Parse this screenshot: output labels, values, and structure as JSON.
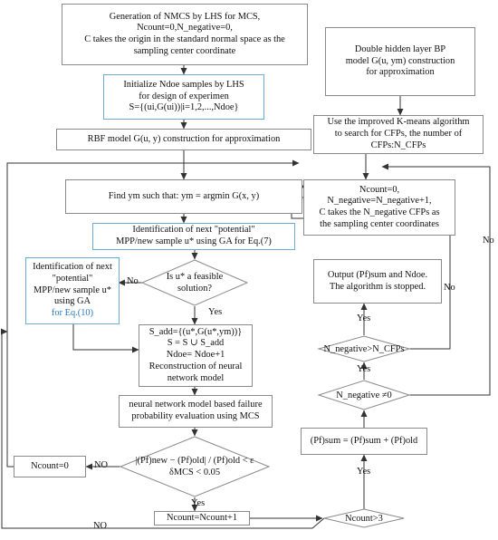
{
  "nodes": {
    "gen": {
      "lines": [
        "Generation of NMCS by LHS for MCS,",
        "Ncount=0,N_negative=0,",
        "C takes the origin in the standard normal space as the",
        "sampling center coordinate"
      ]
    },
    "init": {
      "lines": [
        "Initialize Ndoe samples by LHS",
        "for design of experimen",
        "S={(ui,G(ui))|i=1,2,...,Ndoe}"
      ]
    },
    "rbf": {
      "text": "RBF model G(u, y) construction for approximation"
    },
    "find": {
      "text": "Find ym such that: ym = argmin G(x, y)"
    },
    "ident1": {
      "lines": [
        "Identification of next \"potential\"",
        "MPP/new sample u* using GA for Eq.(7)"
      ]
    },
    "ident2": {
      "lines": [
        "Identification of next",
        "\"potential\"",
        "MPP/new sample u*",
        "using GA",
        "for Eq.(10)"
      ]
    },
    "feasible": {
      "lines": [
        "Is u* a feasible",
        "solution?"
      ]
    },
    "sadd": {
      "lines": [
        "S_add={(u*,G(u*,ym))}",
        "S = S ∪ S_add",
        "Ndoe= Ndoe+1",
        "Reconstruction of neural",
        "network model"
      ]
    },
    "nneval": {
      "lines": [
        "neural network model based failure",
        "probability evaluation using MCS"
      ]
    },
    "conv": {
      "lines": [
        "|(Pf)new − (Pf)old| / (Pf)old < ε",
        "δMCS < 0.05"
      ]
    },
    "ncount0": {
      "text": "Ncount=0"
    },
    "ncountinc": {
      "text": "Ncount=Ncount+1"
    },
    "ncount3": {
      "text": "Ncount>3"
    },
    "pfsum": {
      "text": "(Pf)sum = (Pf)sum + (Pf)old"
    },
    "nneg0": {
      "text": "N_negative ≠0"
    },
    "nnegcfp": {
      "text": "N_negative>N_CFPs"
    },
    "output": {
      "lines": [
        "Output (Pf)sum and Ndoe.",
        "The algorithm is stopped."
      ]
    },
    "resetbox": {
      "lines": [
        "Ncount=0,",
        "N_negative=N_negative+1,",
        "C takes the N_negative CFPs as",
        "the sampling center coordinates"
      ]
    },
    "kmeans": {
      "lines": [
        "Use the improved K-means algorithm",
        "to search for CFPs, the number of",
        "CFPs:N_CFPs"
      ]
    },
    "bp": {
      "lines": [
        "Double hidden layer BP",
        "model G(u, ym) construction",
        "for approximation"
      ]
    }
  },
  "edge_labels": {
    "feasible_no": "No",
    "feasible_yes": "Yes",
    "conv_no": "NO",
    "conv_yes": "Yes",
    "ncount3_no": "NO",
    "ncount3_yes": "Yes",
    "nneg0_yes": "Yes",
    "nneg0_no": "No",
    "nnegcfp_yes": "Yes",
    "nnegcfp_no": "No"
  },
  "colors": {
    "box_border": "#8a8a8a",
    "accent_border": "#6aaed6",
    "reference_text": "#2b7bbf",
    "line": "#333333"
  }
}
